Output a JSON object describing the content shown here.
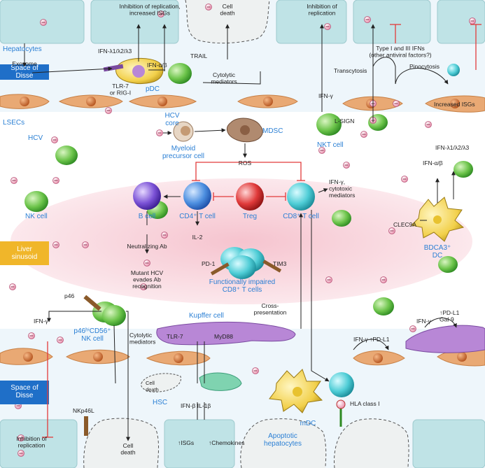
{
  "regions": {
    "hepatocytes": "Hepatocytes",
    "space_of_disse_top": "Space of\nDisse",
    "lsecs": "LSECs",
    "liver_sinusoid": "Liver\nsinusoid",
    "space_of_disse_bottom": "Space of\nDisse"
  },
  "cells": {
    "pdc": "pDC",
    "mdsc": "MDSC",
    "myeloid": "Myeloid\nprecursor cell",
    "hcv_core": "HCV\ncore",
    "hcv": "HCV",
    "nk_cell": "NK cell",
    "nkt_cell": "NKT cell",
    "b_cell": "B cell",
    "cd4": "CD4⁺ T cell",
    "treg": "Treg",
    "cd8": "CD8⁺ T cell",
    "impaired": "Functionally impaired\nCD8⁺ T cells",
    "bdca3": "BDCA3⁺\nDC",
    "p46_nk": "p46ʰⁱCD56⁺\nNK cell",
    "kupffer": "Kupffer cell",
    "hsc": "HSC",
    "mdc": "mDC",
    "apoptotic": "Apoptotic\nhepatocytes"
  },
  "labels": {
    "exosome": "Exosome",
    "ifn_lambda_top": "IFN-λ1/λ2/λ3",
    "inhib_repl_isg": "Inhibition of replication,\nincreased ISGs",
    "cell_death_top": "Cell\ndeath",
    "inhib_repl_top": "Inhibition of\nreplication",
    "trail": "TRAIL",
    "ifn_ab_top": "IFN-α/β",
    "tlr7_rigi": "TLR-7\nor RIG-I",
    "cytolytic_top": "Cytolytic\nmediators",
    "ifn_g_nkt": "IFN-γ",
    "type_ifns": "Type I and III IFNs\n(other antiviral factors?)",
    "transcytosis": "Transcytosis",
    "pinocytosis": "Pinocytosis",
    "increased_isgs": "Increased ISGs",
    "lsign": "L-SIGN",
    "ros": "ROS",
    "ifn_ab_bdca": "IFN-α/β",
    "ifn_lambda_bdca": "IFN-λ1/λ2/λ3",
    "clec9a": "CLEC9A",
    "ifn_g_cd8": "IFN-γ,\ncytotoxic\nmediators",
    "il2": "IL-2",
    "neutralizing": "Neutralizing Ab",
    "mutant": "Mutant HCV\nevades Ab\nrecognition",
    "pd1": "PD-1",
    "tim3": "TIM3",
    "p46": "p46",
    "cross": "Cross-\npresentation",
    "ifn_g_left": "IFN-γ",
    "cytolytic_bottom": "Cytolytic\nmediators",
    "tlr7": "TLR-7",
    "myd88": "MyD88",
    "ifn_g_pdl1_right": "IFN-γ  ↑PD-L1",
    "ifn_g_gal9": "IFN-γ",
    "pdl1_gal9": "↑PD-L1\nGal-9",
    "cell_death_hsc": "Cell\ndeath",
    "nkp46l": "NKp46L",
    "ifn_b_il1b": "IFN-β  IL-1β",
    "isgs_bottom": "↑ISGs",
    "chemokines": "↑Chemokines",
    "hla": "HLA class I",
    "inhib_repl_bottom": "Inhibition of\nreplication",
    "cell_death_bottom": "Cell\ndeath"
  },
  "colors": {
    "hepatocyte": "#bfe3e6",
    "disse": "#eef6fb",
    "lsec": "#e9a974",
    "sinusoid": "#f6cfd6",
    "label_box": "#f0b62a",
    "blue_text": "#2a7fd4",
    "inhibit_red": "#e23b3b"
  }
}
